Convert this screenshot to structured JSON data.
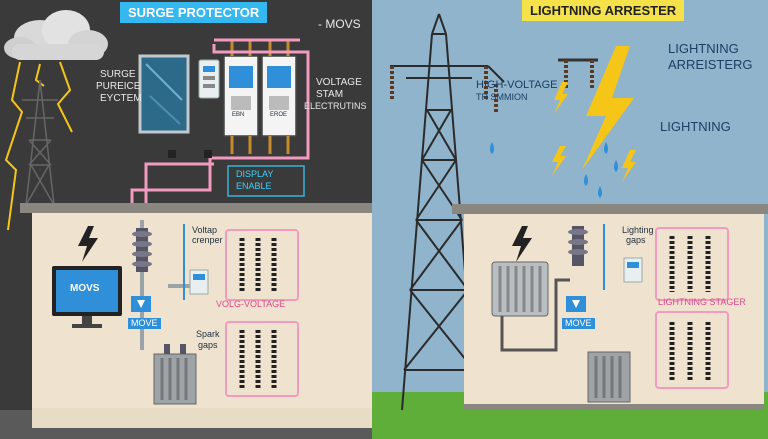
{
  "left": {
    "title": "SURGE PROTECTOR",
    "movs_tag": "- MOVS",
    "surge_label_1": "SURGE",
    "surge_label_2": "PUREICE",
    "surge_label_3": "EYCTEM",
    "voltage_label_1": "VOLTAGE",
    "voltage_label_2": "STAM",
    "voltage_label_3": "ELECTRUTINS",
    "module_text_1": "EBN",
    "module_text_2": "EROE",
    "glow_label_1": "DISPLAY",
    "glow_label_2": "ENABLE",
    "monitor_text": "MOVS",
    "move_label": "MOVE",
    "voltag_label_1": "Voltap",
    "voltag_label_2": "crenper",
    "volt_volt_label": "VOLG-VOLTAGE",
    "spark_label_1": "Spark",
    "spark_label_2": "gaps"
  },
  "right": {
    "title": "LIGHTNING ARRESTER",
    "arrester_label_1": "LIGHTNING",
    "arrester_label_2": "ARREISTERG",
    "lightning_label": "LIGHTNING",
    "hv_label_1": "HIGH-VOLTAGE",
    "hv_label_2": "TR   SMMION",
    "gaps_label_1": "Lighting",
    "gaps_label_2": "gaps",
    "stage_label": "LIGHTNING STAGER",
    "move_label": "MOVE"
  },
  "colors": {
    "left_bg": "#3a3a3a",
    "right_bg": "#8fb4cc",
    "building": "#efe3cf",
    "roof": "#8a8780",
    "pink_wire": "#f29ac0",
    "bolt_yellow": "#f5c518",
    "accent_blue": "#2f8fd8",
    "grass": "#5fae3a"
  }
}
